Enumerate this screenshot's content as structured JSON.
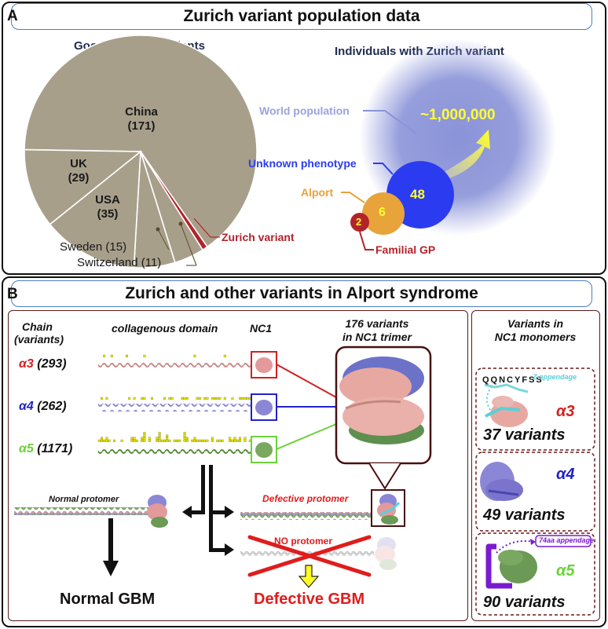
{
  "panel_a": {
    "letter": "A",
    "title": "Zurich variant population data",
    "pie_title": "Goodpasture's patients",
    "bubbles_title": "Individuals with Zurich variant"
  },
  "chart_data": [
    {
      "type": "pie",
      "title": "Goodpasture's patients",
      "categories": [
        "China",
        "UK",
        "USA",
        "Sweden",
        "Switzerland",
        "Zurich variant"
      ],
      "values": [
        171,
        29,
        35,
        15,
        11,
        2
      ],
      "labels": [
        "China",
        "UK",
        "USA",
        "Sweden",
        "Switzerland"
      ],
      "value_labels": [
        "(171)",
        "(29)",
        "(35)",
        "(15)",
        "(11)"
      ],
      "colors": [
        "#a89f8b",
        "#a89f8b",
        "#a89f8b",
        "#a89f8b",
        "#a89f8b",
        "#b3232a"
      ],
      "annotation": "Zurich variant"
    },
    {
      "type": "bubble",
      "title": "Individuals with Zurich variant",
      "categories": [
        "World population",
        "Unknown phenotype",
        "Alport",
        "Familial GP"
      ],
      "values": [
        "~1,000,000",
        "48",
        "6",
        "2"
      ],
      "colors": [
        "#8a93d8",
        "#2b3cf0",
        "#e8a33a",
        "#b3232a"
      ]
    }
  ],
  "panel_b": {
    "letter": "B",
    "title": "Zurich and other variants in Alport syndrome",
    "chain_header": "Chain",
    "variants_header": "(variants)",
    "collagenous_header": "collagenous domain",
    "nc1_header": "NC1",
    "trimer_line1": "176 variants",
    "trimer_line2": "in NC1 trimer",
    "chains": [
      {
        "name": "α3",
        "count": "(293)",
        "color": "#d42020"
      },
      {
        "name": "α4",
        "count": "(262)",
        "color": "#2222c8"
      },
      {
        "name": "α5",
        "count": "(1171)",
        "color": "#6ad23a"
      }
    ],
    "normal_protomer": "Normal protomer",
    "defective_protomer": "Defective protomer",
    "no_protomer": "NO protomer",
    "normal_gbm": "Normal GBM",
    "defective_gbm": "Defective GBM",
    "monomers_title_1": "Variants in",
    "monomers_title_2": "NC1 monomers",
    "monomers": [
      {
        "chain": "α3",
        "variants": "37 variants",
        "color": "#d42020",
        "note": "Z-appendage",
        "sequence": "QQNCYFSS"
      },
      {
        "chain": "α4",
        "variants": "49 variants",
        "color": "#2222c8"
      },
      {
        "chain": "α5",
        "variants": "90 variants",
        "color": "#6ad23a",
        "note": "74aa appendage"
      }
    ]
  }
}
